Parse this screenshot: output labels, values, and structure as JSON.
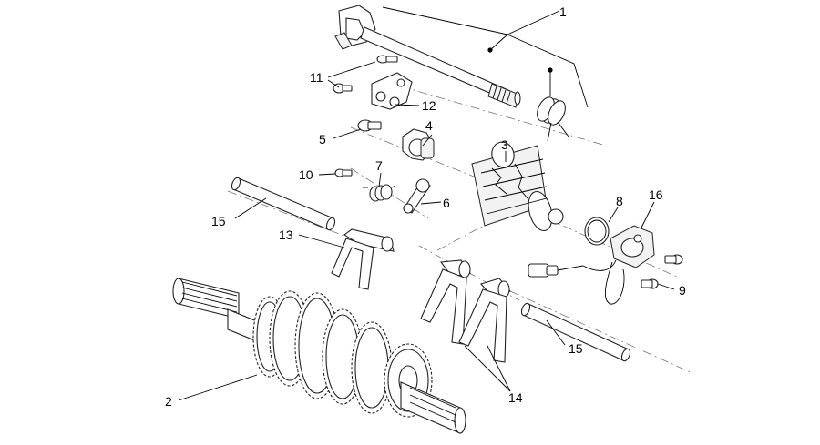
{
  "diagram": {
    "callouts": [
      {
        "id": "c1",
        "label": "1"
      },
      {
        "id": "c2",
        "label": "2"
      },
      {
        "id": "c3",
        "label": "3"
      },
      {
        "id": "c4",
        "label": "4"
      },
      {
        "id": "c5",
        "label": "5"
      },
      {
        "id": "c6",
        "label": "6"
      },
      {
        "id": "c7",
        "label": "7"
      },
      {
        "id": "c8",
        "label": "8"
      },
      {
        "id": "c9",
        "label": "9"
      },
      {
        "id": "c10",
        "label": "10"
      },
      {
        "id": "c11",
        "label": "11"
      },
      {
        "id": "c12",
        "label": "12"
      },
      {
        "id": "c13",
        "label": "13"
      },
      {
        "id": "c14",
        "label": "14"
      },
      {
        "id": "c15a",
        "label": "15"
      },
      {
        "id": "c15b",
        "label": "15"
      },
      {
        "id": "c16",
        "label": "16"
      }
    ],
    "parts": {
      "gearshift_shaft": "gearshift-shaft",
      "gear_cluster": "gear-cluster",
      "selector_drum": "selector-drum",
      "drum_star": "drum-star",
      "screw": "screw",
      "cam_follower": "cam-follower",
      "spring": "spring",
      "o_ring": "o-ring",
      "fork_rod": "fork-rod",
      "fork": "selector-fork",
      "gear_sensor": "gear-position-sensor",
      "pawl_plate": "pawl-plate",
      "torsion_spring": "torsion-spring"
    }
  }
}
